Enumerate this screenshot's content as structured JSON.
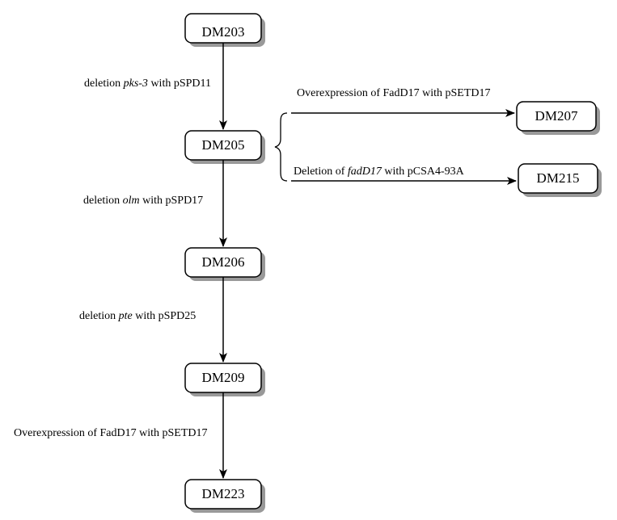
{
  "nodes": {
    "dm203": "DM203",
    "dm205": "DM205",
    "dm206": "DM206",
    "dm209": "DM209",
    "dm223": "DM223",
    "dm207": "DM207",
    "dm215": "DM215"
  },
  "edges": {
    "e1": {
      "pre": "deletion ",
      "gene": "pks-3",
      "post": " with pSPD11"
    },
    "e2": {
      "pre": "deletion ",
      "gene": "olm",
      "post": " with pSPD17"
    },
    "e3": {
      "pre": "deletion ",
      "gene": "pte",
      "post": " with pSPD25"
    },
    "e4": {
      "text": "Overexpression of FadD17 with pSETD17"
    },
    "b1": {
      "text": "Overexpression of FadD17 with pSETD17"
    },
    "b2": {
      "pre": "Deletion of ",
      "gene": "fadD17",
      "post": " with pCSA4-93A"
    }
  }
}
